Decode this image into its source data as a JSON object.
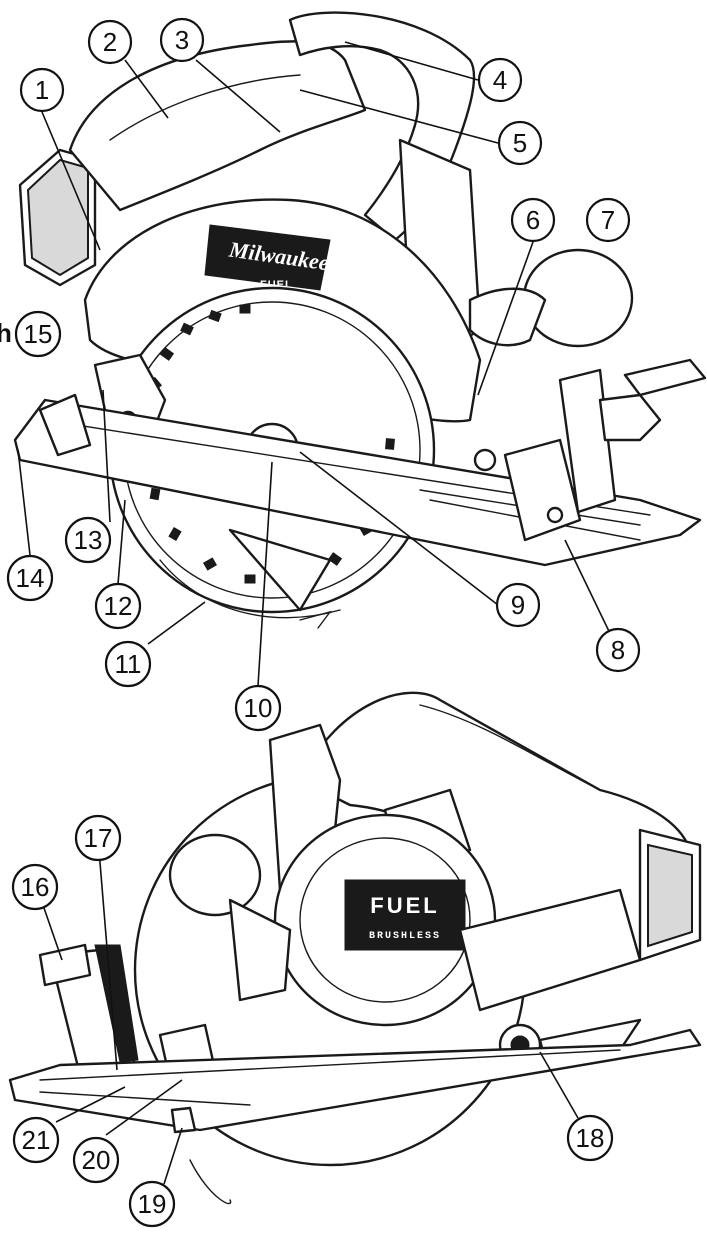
{
  "stray_letter": "h",
  "brand_text": "Milwaukee",
  "product_badge": "FUEL",
  "motor_badge": "FUEL",
  "motor_badge_sub": "BRUSHLESS",
  "callouts": [
    {
      "id": "1",
      "label": "1"
    },
    {
      "id": "2",
      "label": "2"
    },
    {
      "id": "3",
      "label": "3"
    },
    {
      "id": "4",
      "label": "4"
    },
    {
      "id": "5",
      "label": "5"
    },
    {
      "id": "6",
      "label": "6"
    },
    {
      "id": "7",
      "label": "7"
    },
    {
      "id": "8",
      "label": "8"
    },
    {
      "id": "9",
      "label": "9"
    },
    {
      "id": "10",
      "label": "10"
    },
    {
      "id": "11",
      "label": "11"
    },
    {
      "id": "12",
      "label": "12"
    },
    {
      "id": "13",
      "label": "13"
    },
    {
      "id": "14",
      "label": "14"
    },
    {
      "id": "15",
      "label": "15"
    },
    {
      "id": "16",
      "label": "16"
    },
    {
      "id": "17",
      "label": "17"
    },
    {
      "id": "18",
      "label": "18"
    },
    {
      "id": "19",
      "label": "19"
    },
    {
      "id": "20",
      "label": "20"
    },
    {
      "id": "21",
      "label": "21"
    }
  ]
}
